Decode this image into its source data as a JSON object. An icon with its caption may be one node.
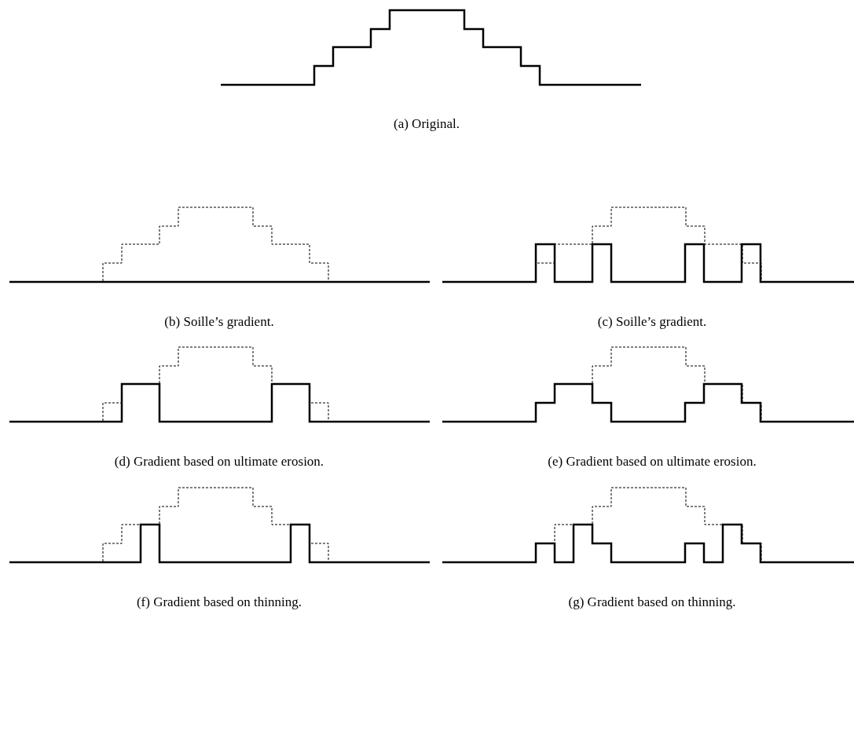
{
  "diagram": {
    "labels": [
      "(a) Original.",
      "(b) Soille’s gradient.",
      "(c) Soille’s gradient.",
      "(d) Gradient based on ultimate erosion.",
      "(e) Gradient based on ultimate erosion.",
      "(f) Gradient based on thinning.",
      "(g) Gradient based on thinning."
    ]
  }
}
